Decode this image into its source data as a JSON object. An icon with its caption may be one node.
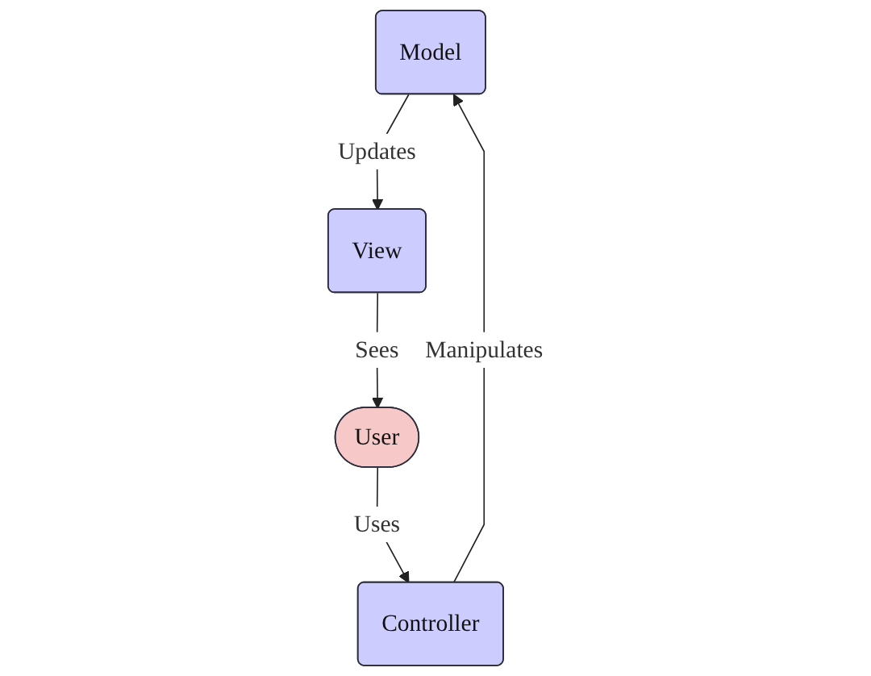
{
  "diagram": {
    "nodes": [
      {
        "text": [
          "Model"
        ]
      },
      {
        "text": [
          "View"
        ]
      },
      {
        "text": [
          "Controller"
        ]
      },
      {
        "text": [
          "User"
        ]
      }
    ],
    "edges": [
      {
        "from": 0,
        "to": 1,
        "arrow": "to",
        "label": "Updates"
      },
      {
        "from": 1,
        "to": 3,
        "arrow": "to",
        "label": "Sees"
      },
      {
        "from": 3,
        "to": 2,
        "arrow": "to",
        "label": "Uses"
      },
      {
        "from": 2,
        "to": 0,
        "arrow": "to",
        "label": "Manipulates"
      }
    ]
  }
}
